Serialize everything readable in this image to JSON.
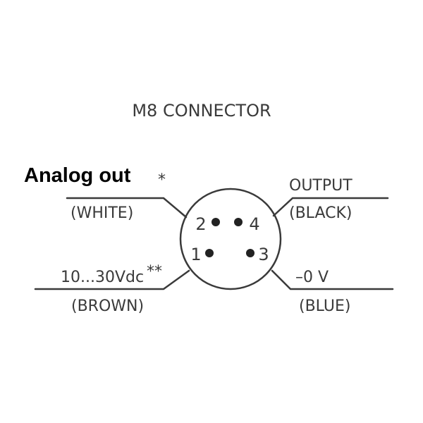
{
  "title": "M8 CONNECTOR",
  "analog_label": "Analog out",
  "analog_mark": "*",
  "pins": [
    "1",
    "2",
    "3",
    "4"
  ],
  "left_top": {
    "color": "(WHITE)"
  },
  "left_bottom": {
    "signal": "10...30Vdc",
    "mark": "**",
    "color": "(BROWN)"
  },
  "right_top": {
    "signal": "OUTPUT",
    "color": "(BLACK)"
  },
  "right_bottom": {
    "signal": "–0 V",
    "color": "(BLUE)"
  },
  "colors": {
    "ink": "#3a3a3a",
    "bold_ink": "#000000",
    "background": "#ffffff"
  }
}
